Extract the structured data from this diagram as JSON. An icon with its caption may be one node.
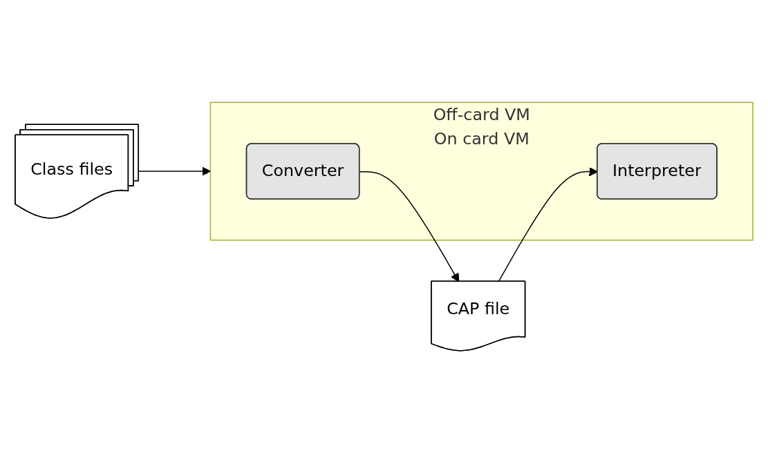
{
  "diagram": {
    "nodes": [
      {
        "text": [
          "Class files"
        ]
      },
      {
        "text": [
          "Off-card VM",
          "On card VM"
        ]
      },
      {
        "text": [
          "Converter"
        ],
        "in": 1
      },
      {
        "text": [
          "Interpreter"
        ],
        "in": 1
      },
      {
        "text": [
          "CAP file"
        ]
      }
    ],
    "edges": [
      {
        "from": 0,
        "to": 1,
        "arrow": "to"
      },
      {
        "from": 2,
        "to": 4,
        "arrow": "to"
      },
      {
        "from": 4,
        "to": 3,
        "arrow": "to"
      }
    ]
  }
}
